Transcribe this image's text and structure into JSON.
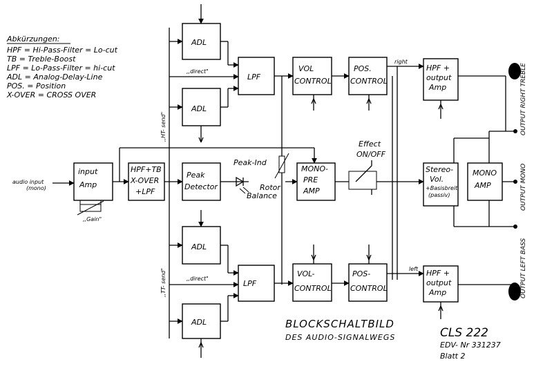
{
  "legend": {
    "heading": "Abkürzungen:",
    "items": [
      "HPF  =  Hi-Pass-Filter = Lo-cut",
      "TB   =  Treble-Boost",
      "LPF  =  Lo-Pass-Filter = hi-cut",
      "ADL  =  Analog-Delay-Line",
      "POS. =  Position",
      "X-OVER = CROSS OVER"
    ]
  },
  "blocks": {
    "adl": "ADL",
    "lpf": "LPF",
    "vol": [
      "VOL",
      "CONTROL"
    ],
    "pos": [
      "POS.",
      "CONTROL"
    ],
    "vol_low": [
      "VOL-",
      "CONTROL"
    ],
    "pos_low": [
      "POS-",
      "CONTROL"
    ],
    "hpf_out": [
      "HPF +",
      "output",
      "Amp"
    ],
    "input_amp": [
      "input",
      "Amp"
    ],
    "hpf_tb": [
      "HPF+TB",
      "X-OVER",
      "+LPF"
    ],
    "peak": [
      "Peak",
      "Detector"
    ],
    "mono_pre": [
      "MONO-",
      "PRE",
      "AMP"
    ],
    "stereo": [
      "Stereo-",
      "Vol.",
      "+Basisbreit",
      "(passiv)"
    ],
    "mono_amp": [
      "MONO",
      "AMP"
    ]
  },
  "labels": {
    "direct": ",,direct\"",
    "ht_send": ",,HT- send\"",
    "tt_send": ",,TT- send\"",
    "gain": ",,Gain\"",
    "peak_ind": "Peak-Ind",
    "rotor": "Rotor",
    "balance": "Balance",
    "effect": "Effect",
    "onoff": "ON/OFF",
    "right": "right",
    "left": "left",
    "audio_input": [
      "audio input",
      "(mono)"
    ]
  },
  "outputs": {
    "right_treble": "OUTPUT RIGHT TREBLE",
    "mono": "OUTPUT MONO",
    "left_bass": "OUTPUT LEFT BASS"
  },
  "title": {
    "main": "BLOCKSCHALTBILD",
    "sub": "DES AUDIO-SIGNALWEGS",
    "model": "CLS  222",
    "edv": "EDV- Nr 331237",
    "sheet": "Blatt 2"
  }
}
